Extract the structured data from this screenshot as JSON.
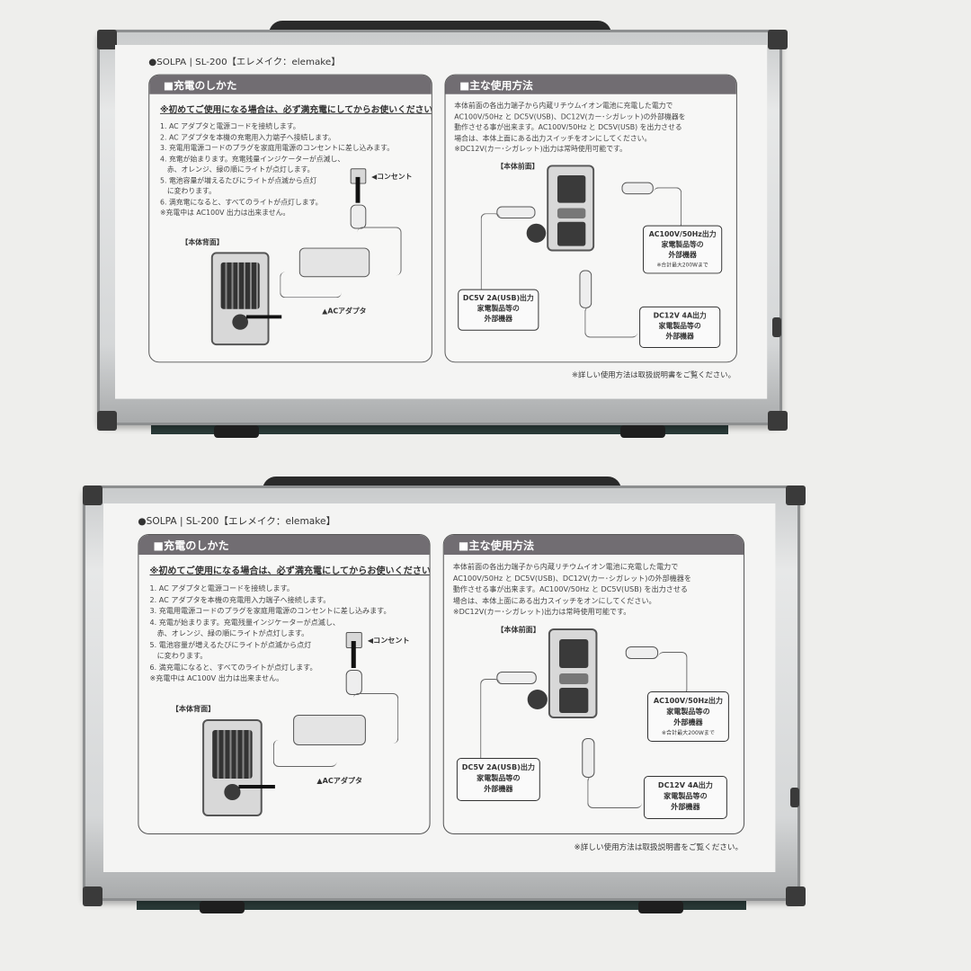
{
  "label": {
    "brand": "●SOLPA | SL-200【エレメイク：elemake】",
    "charging": {
      "title": "■充電のしかた",
      "warning": "※初めてご使用になる場合は、必ず満充電にしてからお使いください。",
      "steps": [
        "1. AC アダプタと電源コードを接続します。",
        "2. AC アダプタを本機の充電用入力端子へ接続します。",
        "3. 充電用電源コードのプラグを家庭用電源のコンセントに差し込みます。",
        "4. 充電が始まります。充電残量インジケーターが点滅し、",
        "　赤、オレンジ、緑の順にライトが点灯します。",
        "5. 電池容量が増えるたびにライトが点滅から点灯",
        "　に変わります。",
        "6. 満充電になると、すべてのライトが点灯します。",
        "※充電中は AC100V 出力は出来ません。"
      ],
      "outlet_label": "◀コンセント",
      "rear_label": "【本体背面】",
      "adapter_label": "▲ACアダプタ"
    },
    "usage": {
      "title": "■主な使用方法",
      "description": [
        "本体前面の各出力端子から内蔵リチウムイオン電池に充電した電力で",
        "AC100V/50Hz と DC5V(USB)、DC12V(カー･シガレット)の外部機器を",
        "動作させる事が出来ます。AC100V/50Hz と DC5V(USB) を出力させる",
        "場合は、本体上面にある出力スイッチをオンにしてください。",
        "※DC12V(カー･シガレット)出力は常時使用可能です。"
      ],
      "front_label": "【本体前面】",
      "ac_box": [
        "AC100V/50Hz出力",
        "家電製品等の",
        "外部機器",
        "※合計最大200Wまで"
      ],
      "usb_box": [
        "DC5V 2A(USB)出力",
        "家電製品等の",
        "外部機器"
      ],
      "dc_box": [
        "DC12V 4A出力",
        "家電製品等の",
        "外部機器"
      ]
    },
    "footer": "※詳しい使用方法は取扱説明書をご覧ください。"
  },
  "colors": {
    "header_bar": "#716d72",
    "case": "#d5d7d8",
    "background": "#eeeeec"
  }
}
